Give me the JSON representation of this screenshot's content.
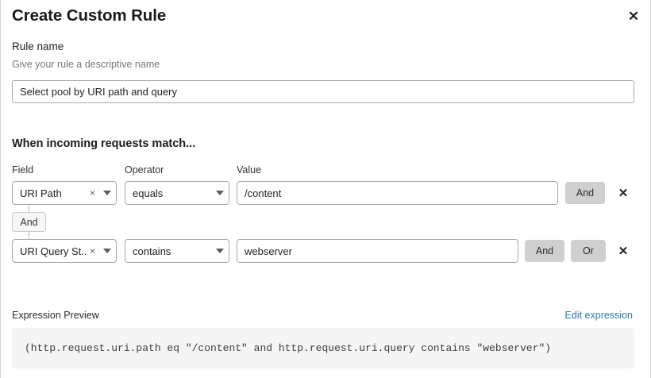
{
  "dialog": {
    "title": "Create Custom Rule",
    "close_icon": "close-icon"
  },
  "rule_name": {
    "label": "Rule name",
    "help": "Give your rule a descriptive name",
    "value": "Select pool by URI path and query",
    "placeholder": ""
  },
  "match_section": {
    "heading": "When incoming requests match...",
    "columns": {
      "field": "Field",
      "operator": "Operator",
      "value": "Value"
    },
    "group_connector": "And",
    "rows": [
      {
        "field": "URI Path",
        "field_clear_icon": "×",
        "field_caret_icon": "chevron-down-icon",
        "operator": "equals",
        "operator_caret_icon": "chevron-down-icon",
        "value": "/content",
        "value_placeholder": "",
        "logic_buttons": [
          "And"
        ],
        "delete_icon": "✕"
      },
      {
        "field": "URI Query St...",
        "field_clear_icon": "×",
        "field_caret_icon": "chevron-down-icon",
        "operator": "contains",
        "operator_caret_icon": "chevron-down-icon",
        "value": "webserver",
        "value_placeholder": "",
        "logic_buttons": [
          "And",
          "Or"
        ],
        "delete_icon": "✕"
      }
    ]
  },
  "expression_preview": {
    "label": "Expression Preview",
    "edit_link": "Edit expression",
    "expression": "(http.request.uri.path eq \"/content\" and http.request.uri.query contains \"webserver\")"
  },
  "colors": {
    "accent_link": "#2d7cb0",
    "logic_button_bg": "#cfcfcf",
    "code_bg": "#f5f5f5",
    "border": "#a8a8a8"
  }
}
